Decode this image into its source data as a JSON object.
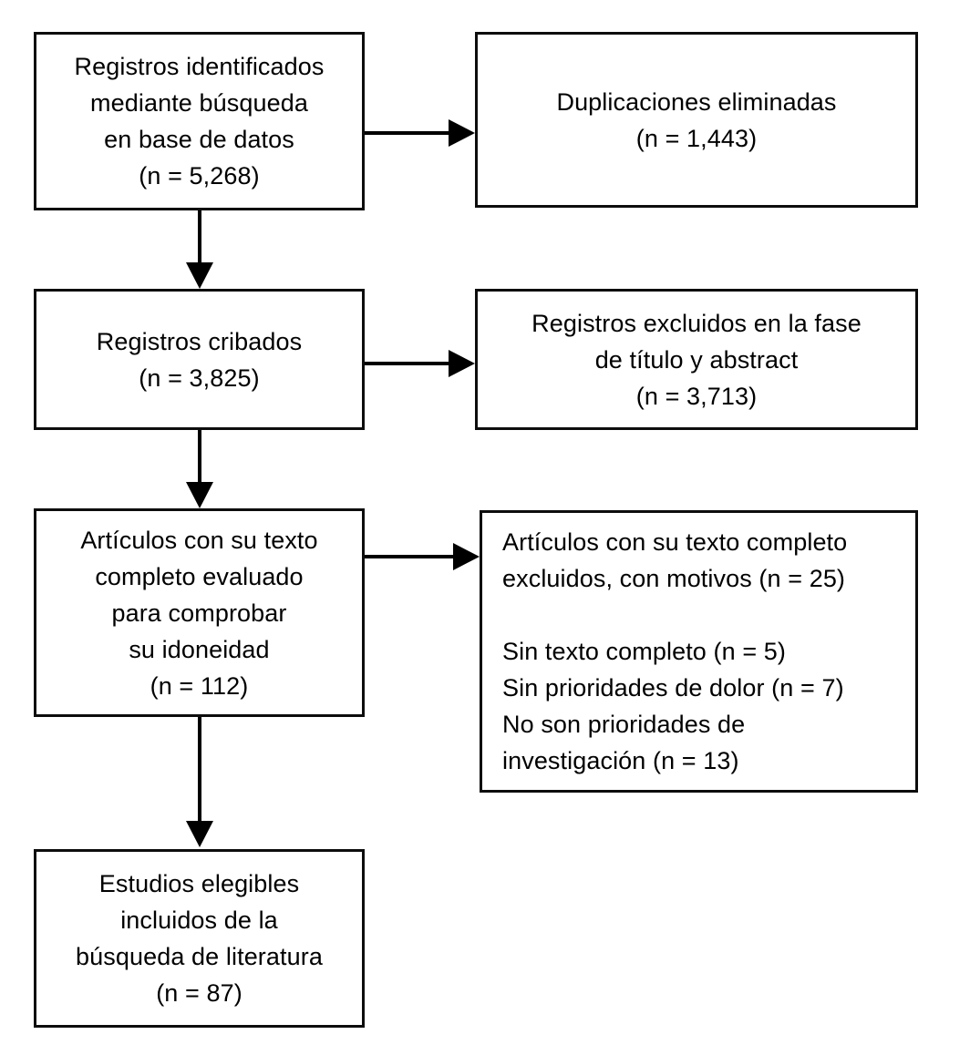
{
  "diagram": {
    "title": "PRISMA flow diagram",
    "language": "es",
    "background_color": "#ffffff",
    "line_color": "#000000",
    "text_color": "#000000",
    "nodes": [
      {
        "id": "identified",
        "name": "records-identified-box",
        "align": "center",
        "lines": "Registros identificados\nmediante búsqueda\nen base de datos\n(n = 5,268)",
        "count_label": "(n = 5,268)",
        "count": 5268
      },
      {
        "id": "duplicates",
        "name": "duplicates-removed-box",
        "align": "center",
        "lines": "Duplicaciones eliminadas\n(n = 1,443)",
        "count_label": "(n = 1,443)",
        "count": 1443
      },
      {
        "id": "screened",
        "name": "records-screened-box",
        "align": "center",
        "lines": "Registros cribados\n(n = 3,825)",
        "count_label": "(n = 3,825)",
        "count": 3825
      },
      {
        "id": "excluded_title_abstract",
        "name": "records-excluded-title-abstract-box",
        "align": "center",
        "lines": "Registros excluidos en la fase\nde título y abstract\n(n = 3,713)",
        "count_label": "(n = 3,713)",
        "count": 3713
      },
      {
        "id": "fulltext_assessed",
        "name": "fulltext-assessed-box",
        "align": "center",
        "lines": "Artículos con su texto\ncompleto evaluado\npara comprobar\nsu idoneidad\n(n = 112)",
        "count_label": "(n = 112)",
        "count": 112
      },
      {
        "id": "included",
        "name": "eligible-studies-included-box",
        "align": "center",
        "lines": "Estudios elegibles\nincluidos de la\nbúsqueda de literatura\n(n = 87)",
        "count_label": "(n = 87)",
        "count": 87
      }
    ],
    "exclusion_node": {
      "id": "fulltext_excluded",
      "name": "fulltext-excluded-reasons-box",
      "align": "left",
      "heading": "Artículos con su texto completo\nexcluidos, con motivos (n = 25)",
      "heading_count": 25,
      "reasons": "Sin texto completo (n = 5)\nSin prioridades de dolor (n = 7)\nNo son prioridades de\ninvestigación (n = 13)",
      "reason_items": [
        {
          "label": "Sin texto completo",
          "count_label": "(n = 5)",
          "count": 5
        },
        {
          "label": "Sin prioridades de dolor",
          "count_label": "(n = 7)",
          "count": 7
        },
        {
          "label": "No son prioridades de investigación",
          "count_label": "(n = 13)",
          "count": 13
        }
      ]
    },
    "connectors": [
      {
        "id": "c1",
        "name": "arrow-identified-to-duplicates",
        "direction": "right"
      },
      {
        "id": "c2",
        "name": "arrow-identified-to-screened",
        "direction": "down"
      },
      {
        "id": "c3",
        "name": "arrow-screened-to-excluded",
        "direction": "right"
      },
      {
        "id": "c4",
        "name": "arrow-screened-to-fulltext",
        "direction": "down"
      },
      {
        "id": "c5",
        "name": "arrow-fulltext-to-excluded-reasons",
        "direction": "right"
      },
      {
        "id": "c6",
        "name": "arrow-fulltext-to-included",
        "direction": "down"
      }
    ]
  }
}
